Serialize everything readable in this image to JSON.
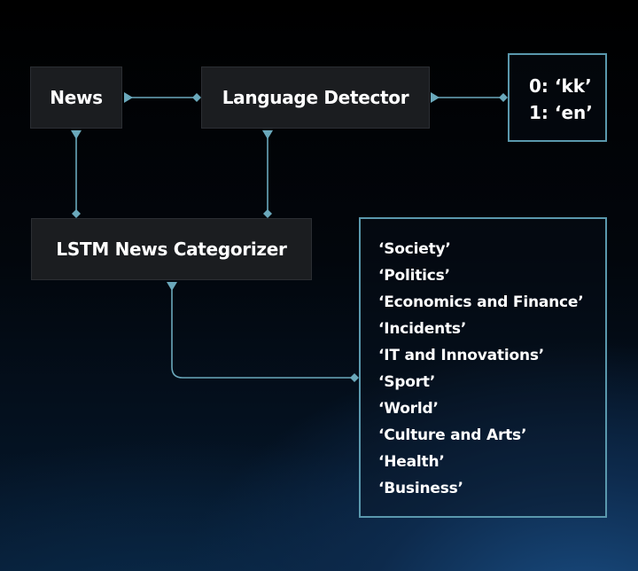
{
  "nodes": {
    "news": "News",
    "language_detector": "Language Detector",
    "lstm": "LSTM News Categorizer"
  },
  "language_codes": [
    "0: ‘kk’",
    "1:  ‘en’"
  ],
  "categories": [
    "‘Society’",
    "‘Politics’",
    "‘Economics and Finance’",
    "‘Incidents’",
    "‘IT and Innovations’",
    "‘Sport’",
    "‘World’",
    "‘Culture and Arts’",
    "‘Health’",
    "‘Business’"
  ],
  "colors": {
    "connector": "#6aa8bb",
    "box_fill": "#1b1d20",
    "outline": "#5a98ad"
  }
}
